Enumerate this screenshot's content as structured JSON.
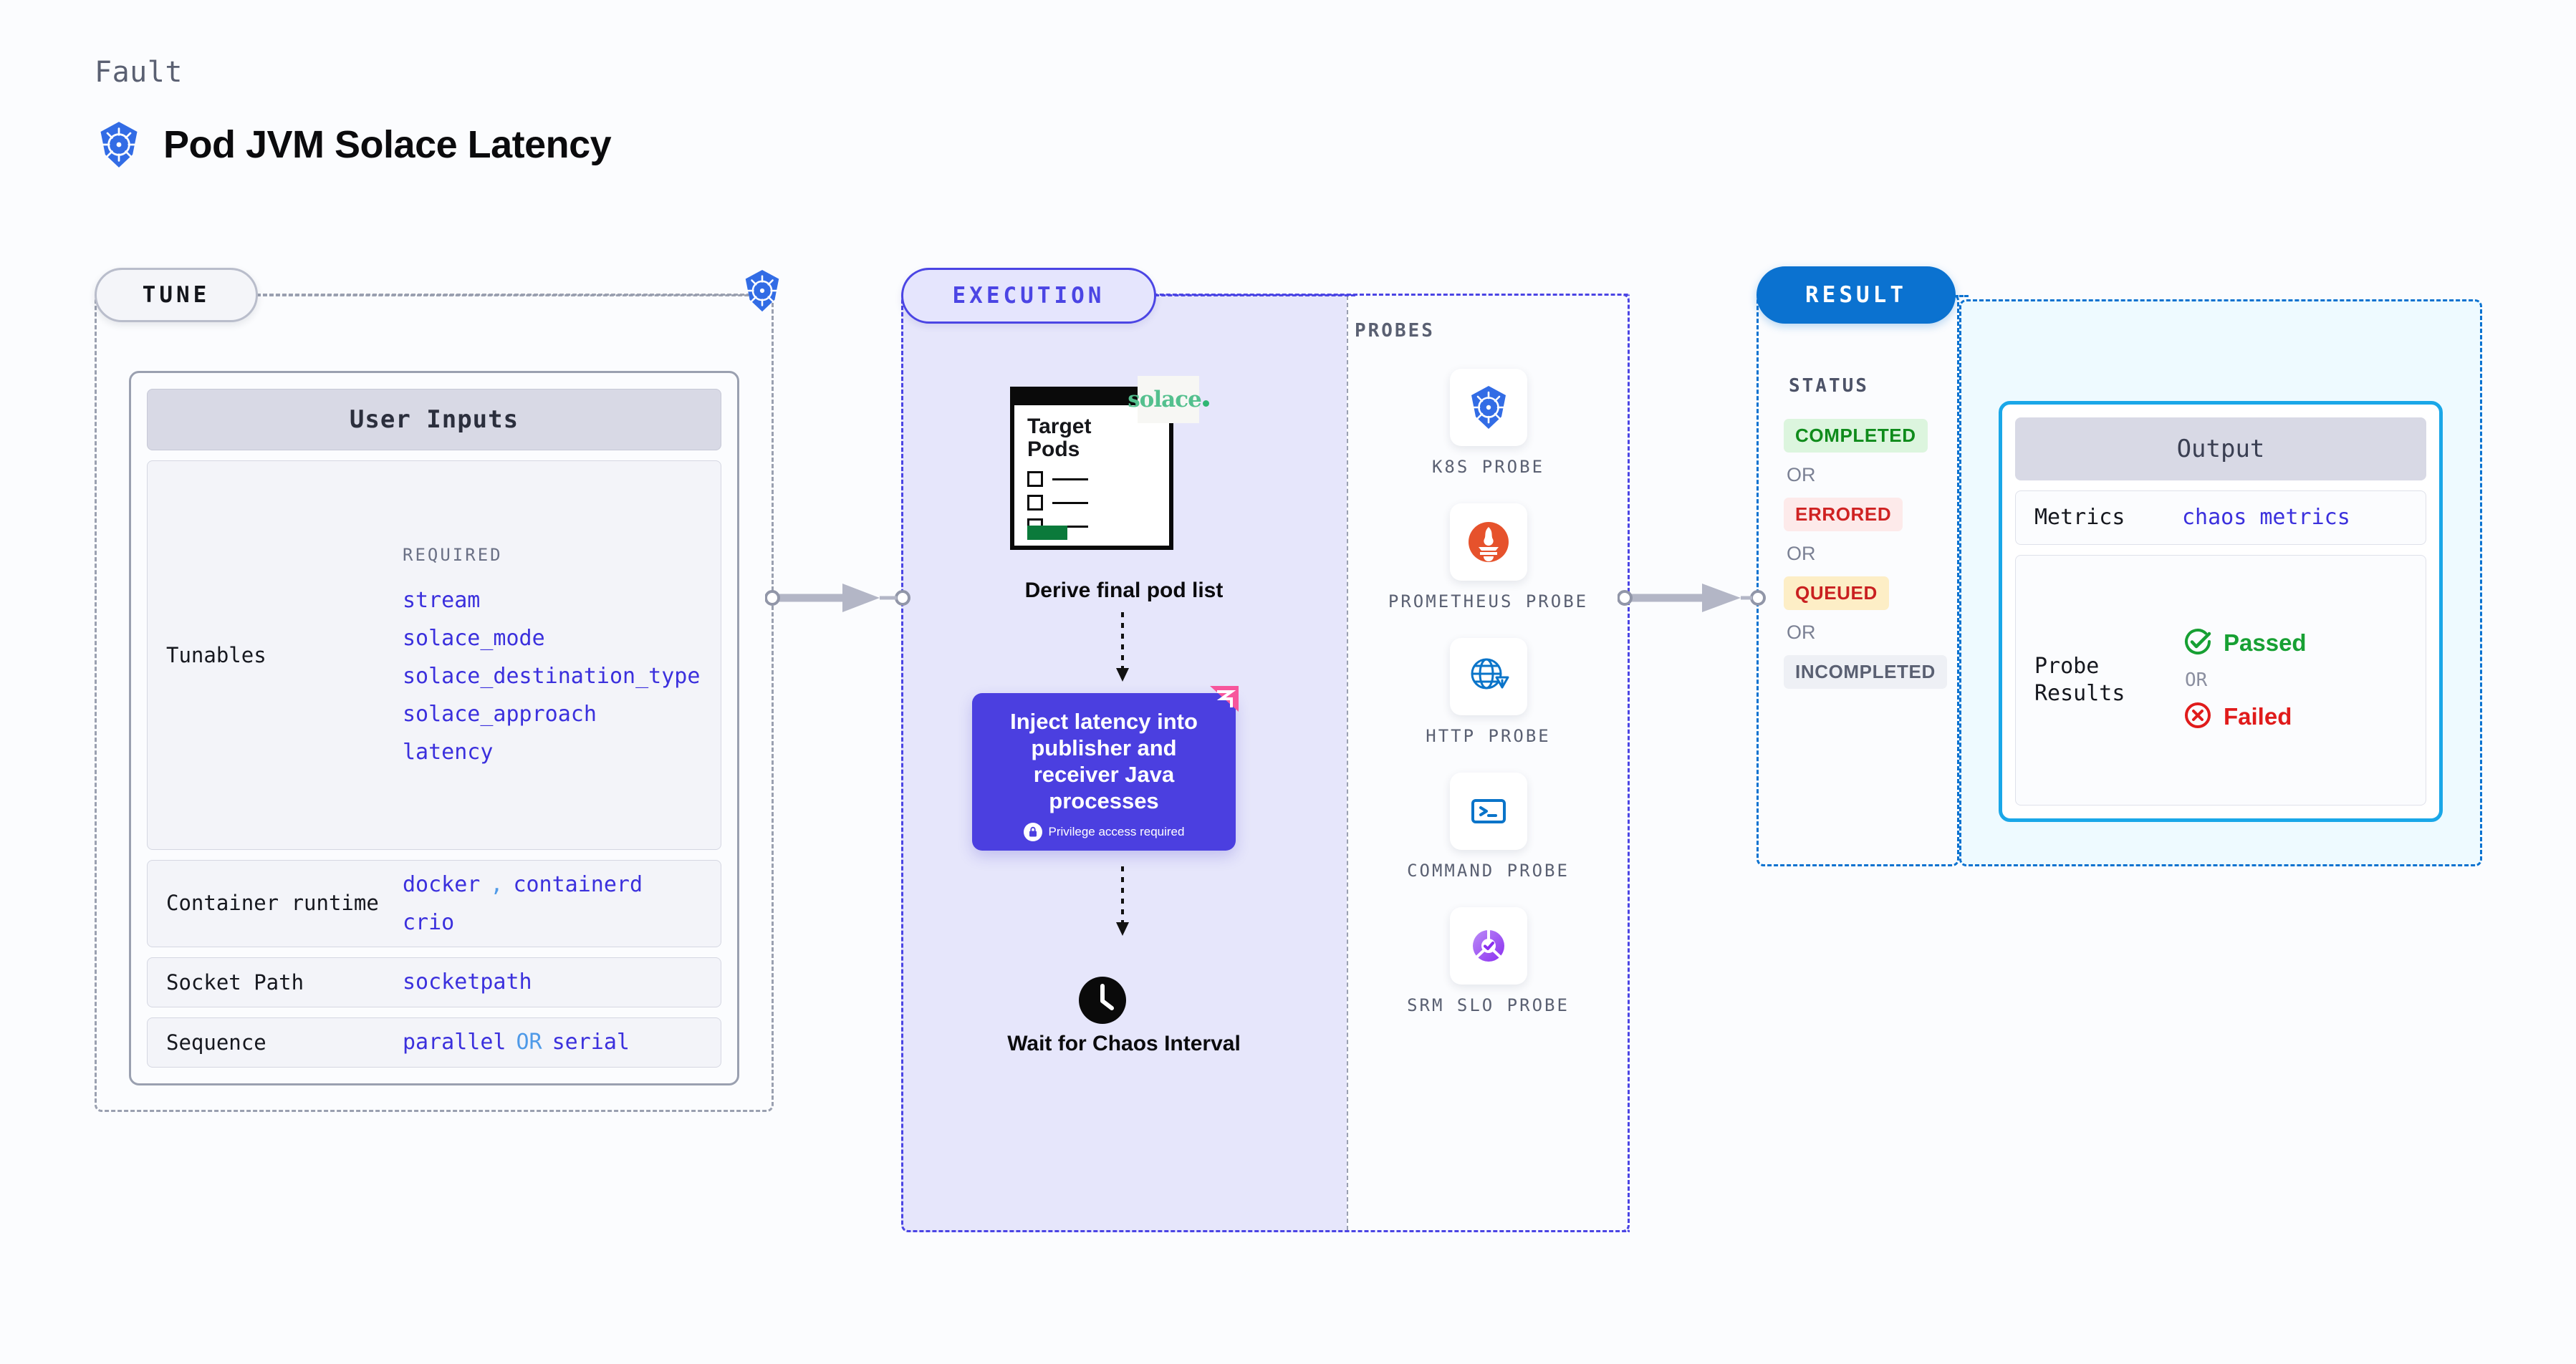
{
  "header": {
    "kicker": "Fault",
    "title": "Pod JVM Solace Latency",
    "icon": "kubernetes-icon"
  },
  "tune": {
    "pill_label": "TUNE",
    "card_title": "User Inputs",
    "required_label": "REQUIRED",
    "rows": [
      {
        "label": "Tunables",
        "values": [
          "stream",
          "solace_mode",
          "solace_destination_type",
          "solace_approach",
          "latency"
        ]
      },
      {
        "label": "Container runtime",
        "values": [
          "docker",
          ",",
          "containerd",
          "crio"
        ]
      },
      {
        "label": "Socket Path",
        "values": [
          "socketpath"
        ]
      },
      {
        "label": "Sequence",
        "values": [
          "parallel",
          "OR",
          "serial"
        ]
      }
    ],
    "runtime_v1": "docker",
    "runtime_sep": ",",
    "runtime_v2": "containerd",
    "runtime_v3": "crio",
    "socket_value": "socketpath",
    "seq_v1": "parallel",
    "seq_or": "OR",
    "seq_v2": "serial"
  },
  "execution": {
    "pill_label": "EXECUTION",
    "document": {
      "title_line1": "Target",
      "title_line2": "Pods",
      "brand": "solace"
    },
    "step1_caption": "Derive final pod list",
    "inject_card": {
      "text": "Inject latency into publisher and receiver Java processes",
      "privilege_note": "Privilege access required"
    },
    "step2_caption": "Wait for Chaos Interval"
  },
  "probes": {
    "title": "PROBES",
    "items": [
      {
        "label": "K8S PROBE",
        "icon": "kubernetes-icon"
      },
      {
        "label": "PROMETHEUS PROBE",
        "icon": "prometheus-icon"
      },
      {
        "label": "HTTP PROBE",
        "icon": "http-globe-warning-icon"
      },
      {
        "label": "COMMAND PROBE",
        "icon": "terminal-icon"
      },
      {
        "label": "SRM SLO PROBE",
        "icon": "srm-slo-icon"
      }
    ]
  },
  "result": {
    "pill_label": "RESULT",
    "status_title": "STATUS",
    "or_label": "OR",
    "statuses": [
      {
        "label": "COMPLETED",
        "variant": "completed"
      },
      {
        "label": "ERRORED",
        "variant": "errored"
      },
      {
        "label": "QUEUED",
        "variant": "queued"
      },
      {
        "label": "INCOMPLETED",
        "variant": "incompleted"
      }
    ],
    "s0": "COMPLETED",
    "s1": "ERRORED",
    "s2": "QUEUED",
    "s3": "INCOMPLETED"
  },
  "output": {
    "card_title": "Output",
    "metrics_label": "Metrics",
    "metrics_value": "chaos metrics",
    "probe_results_label": "Probe Results",
    "passed_label": "Passed",
    "failed_label": "Failed",
    "or_label": "OR"
  },
  "colors": {
    "accent_purple": "#4b45e4",
    "accent_blue": "#0b72d0",
    "code_blue": "#3b30dd",
    "success_green": "#17a033",
    "error_red": "#e01b1b",
    "warning_amber": "#fdeec6",
    "k8s_blue": "#326ce5",
    "prometheus_orange": "#e6522c",
    "solace_green": "#54c08e",
    "pink": "#f7569c"
  }
}
